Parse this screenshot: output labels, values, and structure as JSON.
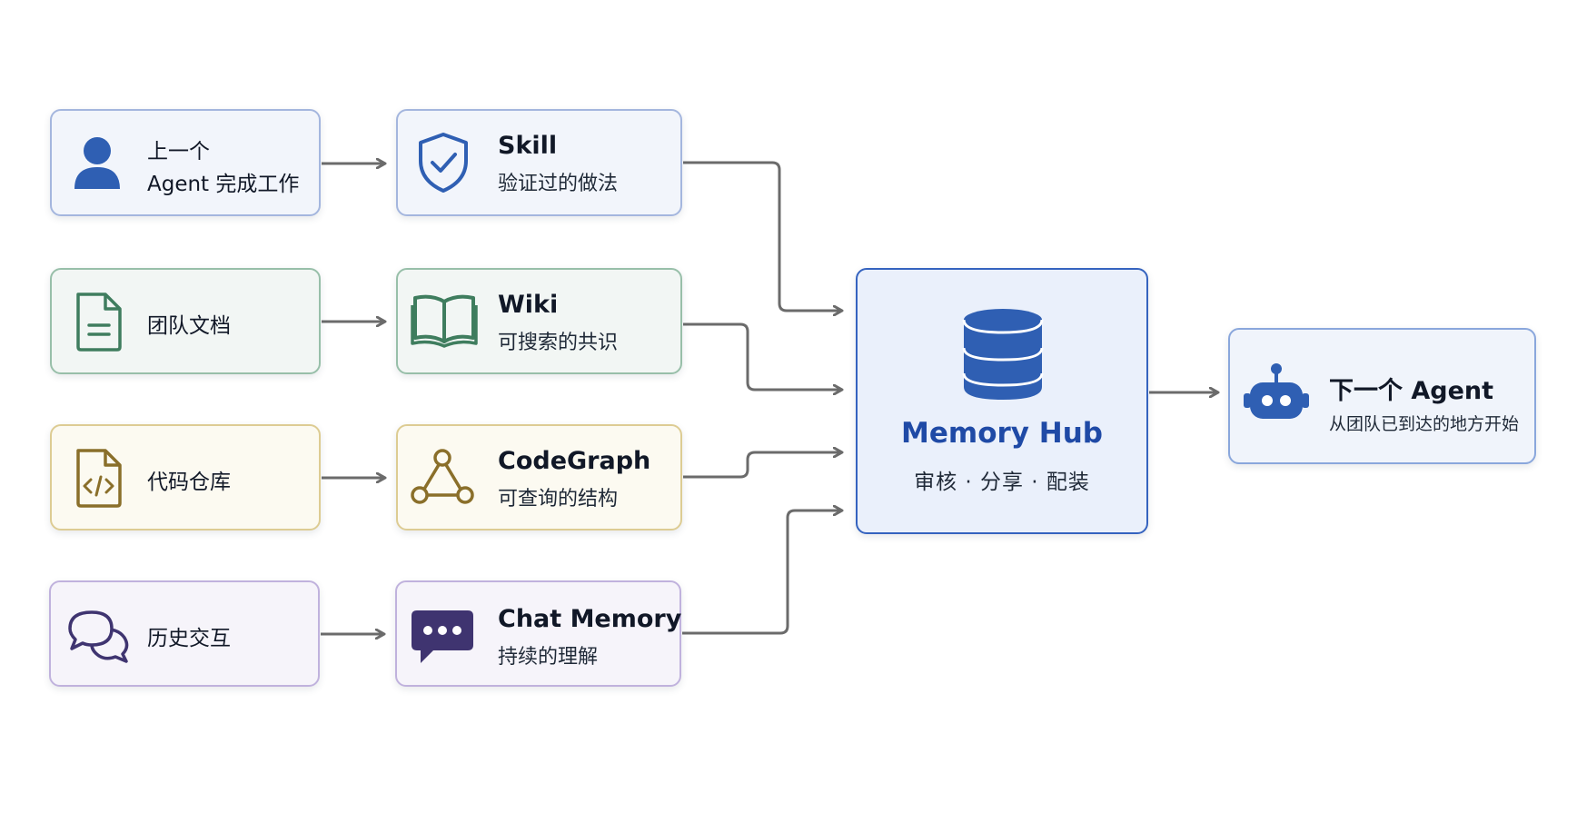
{
  "sources": [
    {
      "line1": "上一个",
      "line2": "Agent 完成工作",
      "icon": "user-icon"
    },
    {
      "label": "团队文档",
      "icon": "document-icon"
    },
    {
      "label": "代码仓库",
      "icon": "code-file-icon"
    },
    {
      "label": "历史交互",
      "icon": "chat-bubbles-icon"
    }
  ],
  "stores": [
    {
      "title": "Skill",
      "subtitle": "验证过的做法",
      "icon": "shield-check-icon"
    },
    {
      "title": "Wiki",
      "subtitle": "可搜索的共识",
      "icon": "open-book-icon"
    },
    {
      "title": "CodeGraph",
      "subtitle": "可查询的结构",
      "icon": "graph-nodes-icon"
    },
    {
      "title": "Chat Memory",
      "subtitle": "持续的理解",
      "icon": "message-dots-icon"
    }
  ],
  "hub": {
    "title": "Memory Hub",
    "subtitle": "审核 · 分享 · 配装",
    "icon": "database-icon"
  },
  "next_agent": {
    "title": "下一个 Agent",
    "subtitle": "从团队已到达的地方开始",
    "icon": "robot-icon"
  },
  "colors": {
    "blue": "#2f5fb3",
    "green": "#3f7d5e",
    "yellow": "#8a6f2a",
    "purple": "#3f3470",
    "hub_accent": "#1f4aa6",
    "arrow": "#6b6b6b"
  }
}
